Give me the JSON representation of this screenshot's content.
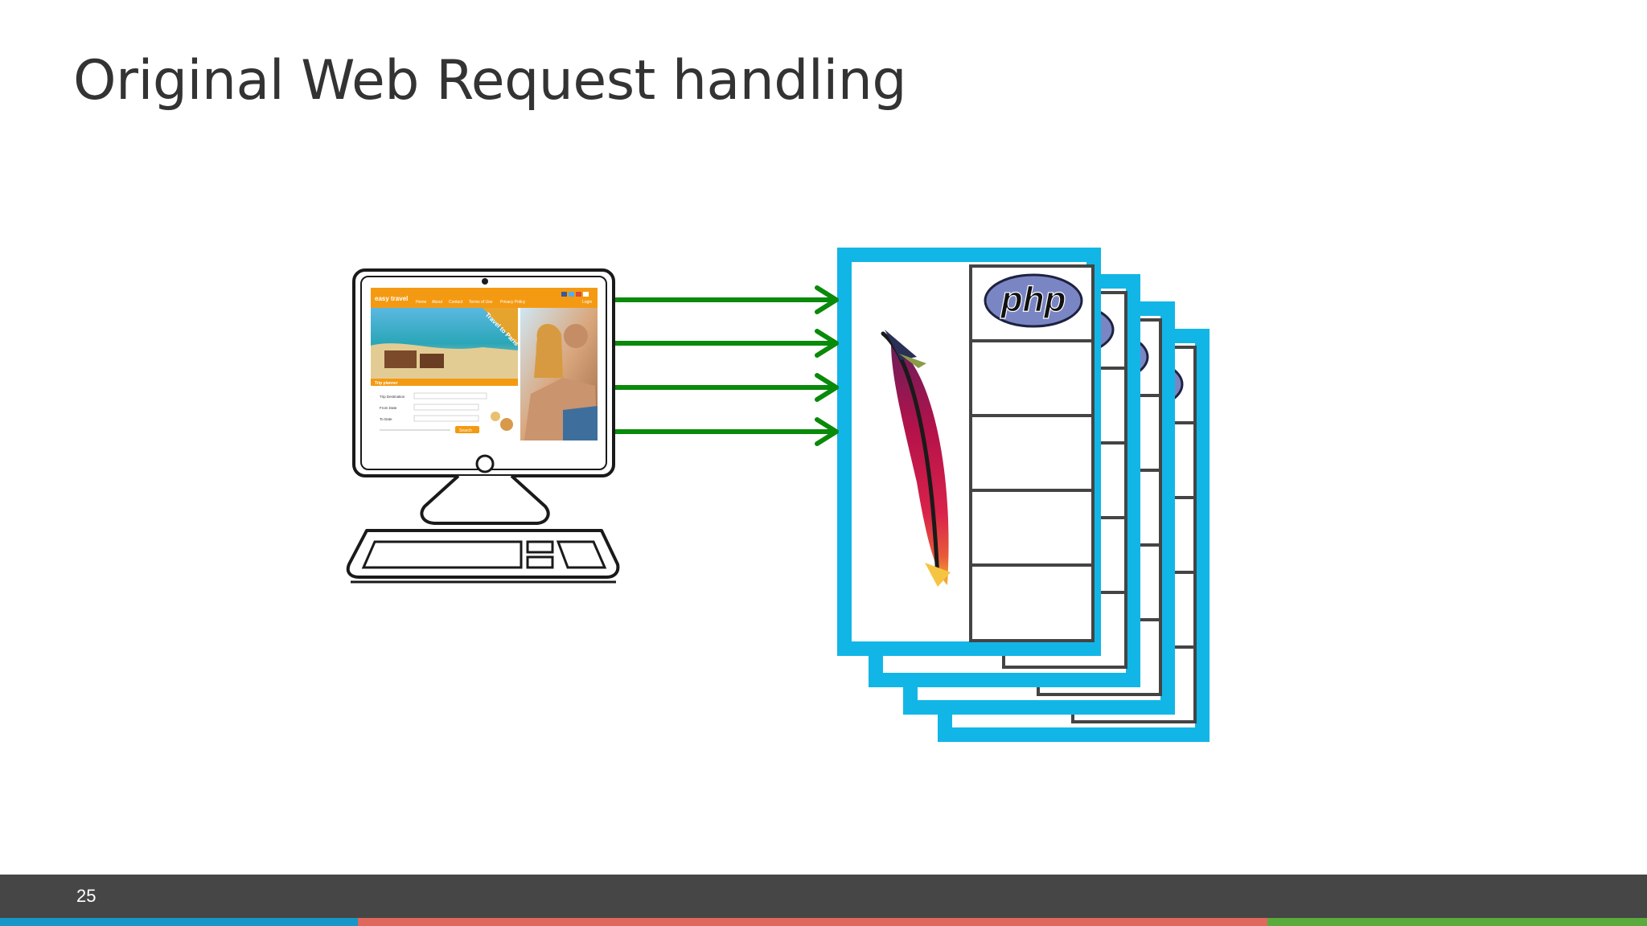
{
  "slide": {
    "title": "Original Web Request handling",
    "page_number": "25"
  },
  "diagram": {
    "client": {
      "icon": "desktop-computer-icon",
      "website_logo": "easy travel",
      "nav_items": [
        "Home",
        "About",
        "Contact",
        "Terms of Use",
        "Privacy Policy"
      ],
      "login_label": "Login",
      "banner_text": "Travel to Paris",
      "form_title": "Trip planner",
      "form_fields": [
        "Trip Destination",
        "From Date",
        "To Date"
      ],
      "search_label": "Search"
    },
    "request_arrows": {
      "count": 4,
      "color": "#0a8a0a"
    },
    "server_processes": {
      "count": 4,
      "border_color": "#12b6e6",
      "server_icon": "apache-feather-icon",
      "language_logo": "php",
      "slot_count": 5
    }
  },
  "colors": {
    "footer_bar": "#464646",
    "stripe_blue": "#1996c8",
    "stripe_red": "#e0675b",
    "stripe_green": "#5aab3b"
  }
}
